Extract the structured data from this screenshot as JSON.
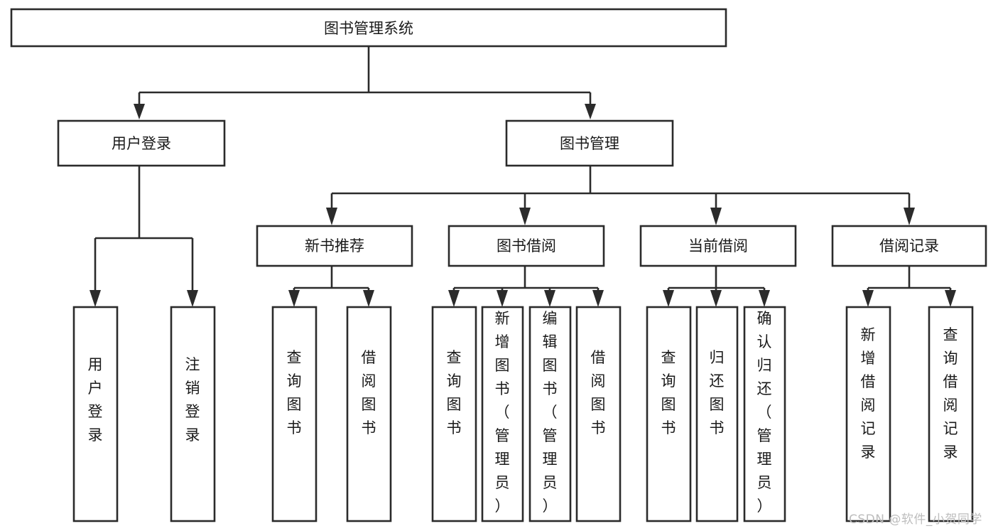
{
  "diagram": {
    "title": "图书管理系统",
    "type": "tree-hierarchy-chart",
    "root": {
      "label": "图书管理系统"
    },
    "level2": [
      {
        "label": "用户登录"
      },
      {
        "label": "图书管理"
      }
    ],
    "level3": [
      {
        "label": "新书推荐"
      },
      {
        "label": "图书借阅"
      },
      {
        "label": "当前借阅"
      },
      {
        "label": "借阅记录"
      }
    ],
    "leaves": {
      "user_login": [
        {
          "label": "用户登录"
        },
        {
          "label": "注销登录"
        }
      ],
      "new_book_recommend": [
        {
          "label": "查询图书"
        },
        {
          "label": "借阅图书"
        }
      ],
      "book_borrow": [
        {
          "label": "查询图书"
        },
        {
          "label": "新增图书（管理员）"
        },
        {
          "label": "编辑图书（管理员）"
        },
        {
          "label": "借阅图书"
        }
      ],
      "current_borrow": [
        {
          "label": "查询图书"
        },
        {
          "label": "归还图书"
        },
        {
          "label": "确认归还（管理员）"
        }
      ],
      "borrow_record": [
        {
          "label": "新增借阅记录"
        },
        {
          "label": "查询借阅记录"
        }
      ]
    },
    "watermark": "CSDN @软件_小贺同学",
    "colors": {
      "stroke": "#2b2b2b",
      "fill": "#ffffff",
      "text": "#1a1a1a",
      "watermark": "#bdbdbd",
      "background": "#ffffff"
    }
  }
}
